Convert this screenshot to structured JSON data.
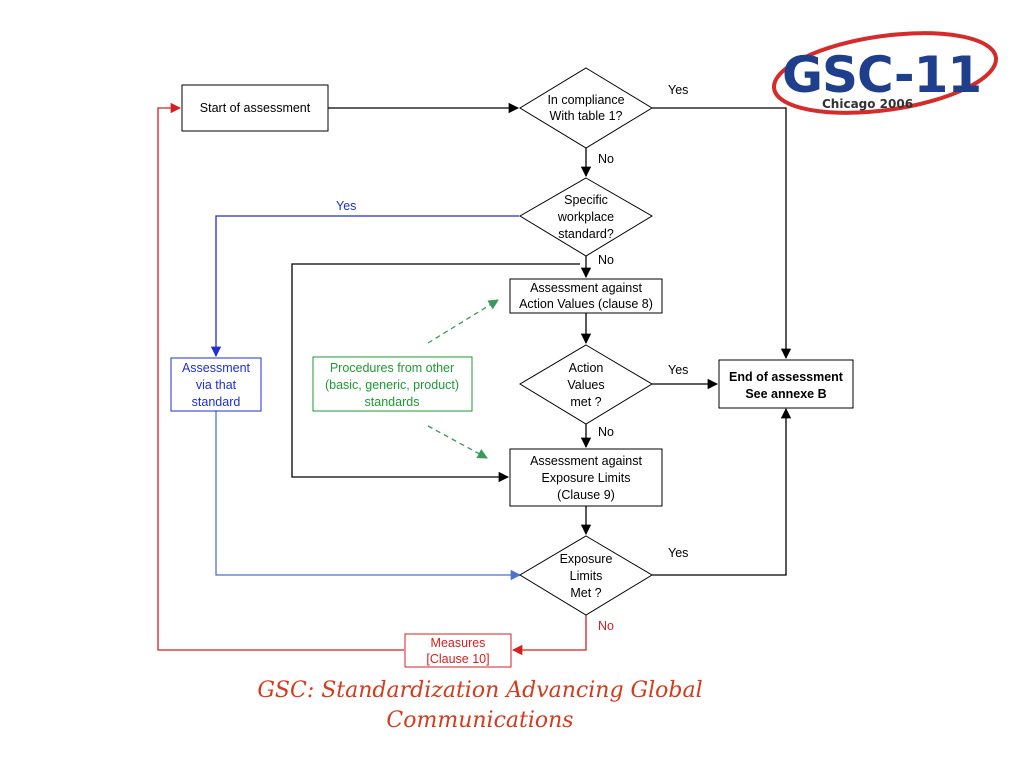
{
  "logo": {
    "text": "GSC-11",
    "subtitle": "Chicago 2006",
    "colors": {
      "text": "#1f3f8c",
      "swoosh": "#d62b2b",
      "subtitle": "#333333"
    }
  },
  "colors": {
    "black": "#000000",
    "blue": "#1e2fd4",
    "light_blue": "#4a72d8",
    "green": "#1e9a33",
    "green_dashed": "#3a9a5a",
    "red": "#d62020",
    "footer": "#d63a1a"
  },
  "nodes": {
    "start": {
      "line1": "Start of assessment"
    },
    "compliance": {
      "line1": "In compliance",
      "line2": "With table 1?"
    },
    "specific": {
      "line1": "Specific",
      "line2": "workplace",
      "line3": "standard?"
    },
    "assess_action": {
      "line1": "Assessment against",
      "line2": "Action Values (clause 8)"
    },
    "action_met": {
      "line1": "Action",
      "line2": "Values",
      "line3": "met ?"
    },
    "assess_exposure": {
      "line1": "Assessment against",
      "line2": "Exposure Limits",
      "line3": "(Clause 9)"
    },
    "exposure_met": {
      "line1": "Exposure",
      "line2": "Limits",
      "line3": "Met ?"
    },
    "end": {
      "line1": "End of assessment",
      "line2": "See annexe B"
    },
    "via_standard": {
      "line1": "Assessment",
      "line2": "via that",
      "line3": "standard"
    },
    "procedures": {
      "line1": "Procedures from other",
      "line2": "(basic, generic, product)",
      "line3": "standards"
    },
    "measures": {
      "line1": "Measures",
      "line2": "[Clause 10]"
    }
  },
  "labels": {
    "yes_compliance": "Yes",
    "no_compliance": "No",
    "yes_specific": "Yes",
    "no_specific": "No",
    "yes_action": "Yes",
    "no_action": "No",
    "yes_exposure": "Yes",
    "no_exposure": "No"
  },
  "footer": {
    "line1": "GSC: Standardization Advancing Global",
    "line2": "Communications"
  }
}
